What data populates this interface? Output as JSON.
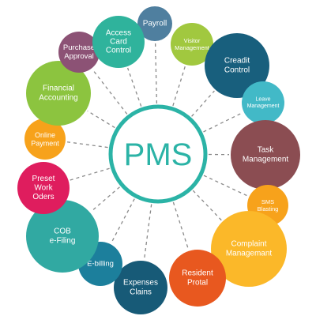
{
  "center": {
    "label": "PMS",
    "color": "#2bb3a6",
    "ring_color": "#2bb3a6"
  },
  "connector_color": "#8a8a8a",
  "nodes": [
    {
      "id": "payroll",
      "lines": [
        "Payroll"
      ],
      "color": "#4f7f9f"
    },
    {
      "id": "visitor-management",
      "lines": [
        "Visitor",
        "Management"
      ],
      "color": "#a1c83f"
    },
    {
      "id": "creadit-control",
      "lines": [
        "Creadit",
        "Control"
      ],
      "color": "#185f7d"
    },
    {
      "id": "leave-management",
      "lines": [
        "Leave",
        "Management"
      ],
      "color": "#42b9c7"
    },
    {
      "id": "task-management",
      "lines": [
        "Task",
        "Management"
      ],
      "color": "#8b4d52"
    },
    {
      "id": "sms-blasting",
      "lines": [
        "SMS",
        "Blasting"
      ],
      "color": "#f7a21b"
    },
    {
      "id": "complaint-managemant",
      "lines": [
        "Complaint",
        "Managemant"
      ],
      "color": "#fbb829"
    },
    {
      "id": "resident-protal",
      "lines": [
        "Resident",
        "Protal"
      ],
      "color": "#e8581f"
    },
    {
      "id": "expenses-clains",
      "lines": [
        "Expenses",
        "Clains"
      ],
      "color": "#175a77"
    },
    {
      "id": "e-billing",
      "lines": [
        "E-billing"
      ],
      "color": "#1c7f9c"
    },
    {
      "id": "cob-e-filing",
      "lines": [
        "COB",
        "e-Filing"
      ],
      "color": "#31a9a2"
    },
    {
      "id": "preset-work-oders",
      "lines": [
        "Preset",
        "Work",
        "Oders"
      ],
      "color": "#df1d5e"
    },
    {
      "id": "online-payment",
      "lines": [
        "Online",
        "Payment"
      ],
      "color": "#f7a21b"
    },
    {
      "id": "financial-accounting",
      "lines": [
        "Financial",
        "Accounting"
      ],
      "color": "#8cc43f"
    },
    {
      "id": "purchase-approval",
      "lines": [
        "Purchase",
        "Approval"
      ],
      "color": "#8c5275"
    },
    {
      "id": "access-card-control",
      "lines": [
        "Access",
        "Card",
        "Control"
      ],
      "color": "#2fb39c"
    }
  ]
}
